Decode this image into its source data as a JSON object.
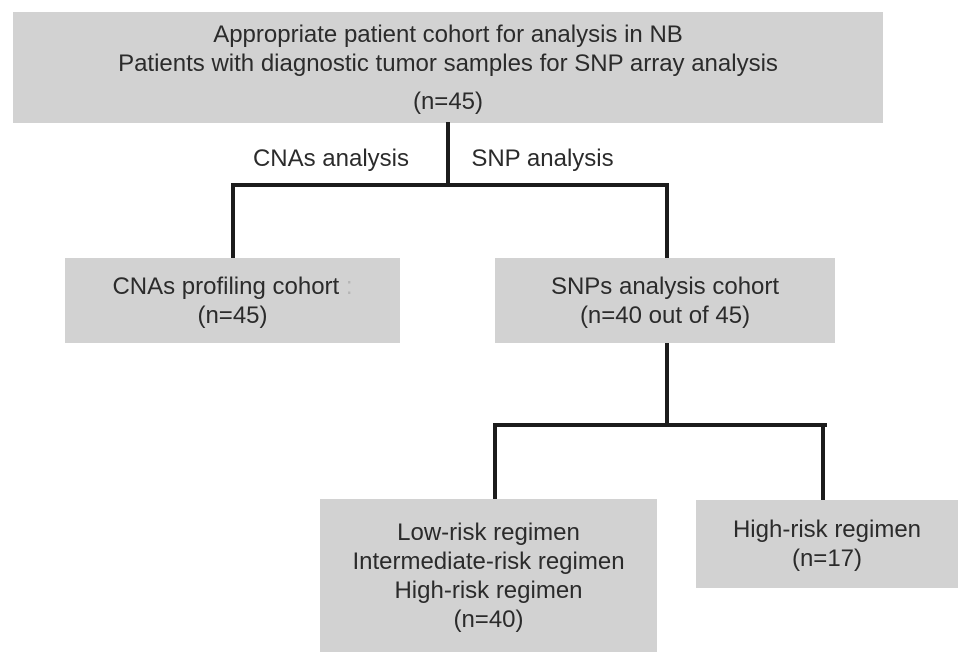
{
  "colors": {
    "background": "#ffffff",
    "box_fill": "#d2d2d2",
    "text_color": "#2b2b2b",
    "line_color": "#1c1c1c",
    "faint_color": "#b5b5b5"
  },
  "nodes": {
    "root": {
      "lines": [
        "Appropriate patient cohort for analysis in NB",
        "Patients with diagnostic tumor samples for SNP array analysis",
        "(n=45)"
      ]
    },
    "cna_cohort": {
      "title": "CNAs profiling cohort",
      "suffix": ":",
      "count": "(n=45)"
    },
    "snp_cohort": {
      "title": "SNPs analysis cohort",
      "count": "(n=40 out of 45)"
    },
    "regimens": {
      "lines": [
        "Low-risk regimen",
        "Intermediate-risk regimen",
        "High-risk regimen",
        "(n=40)"
      ]
    },
    "high_risk": {
      "title": "High-risk regimen",
      "count": "(n=17)"
    }
  },
  "edge_labels": {
    "cna": "CNAs analysis",
    "snp": "SNP analysis"
  }
}
